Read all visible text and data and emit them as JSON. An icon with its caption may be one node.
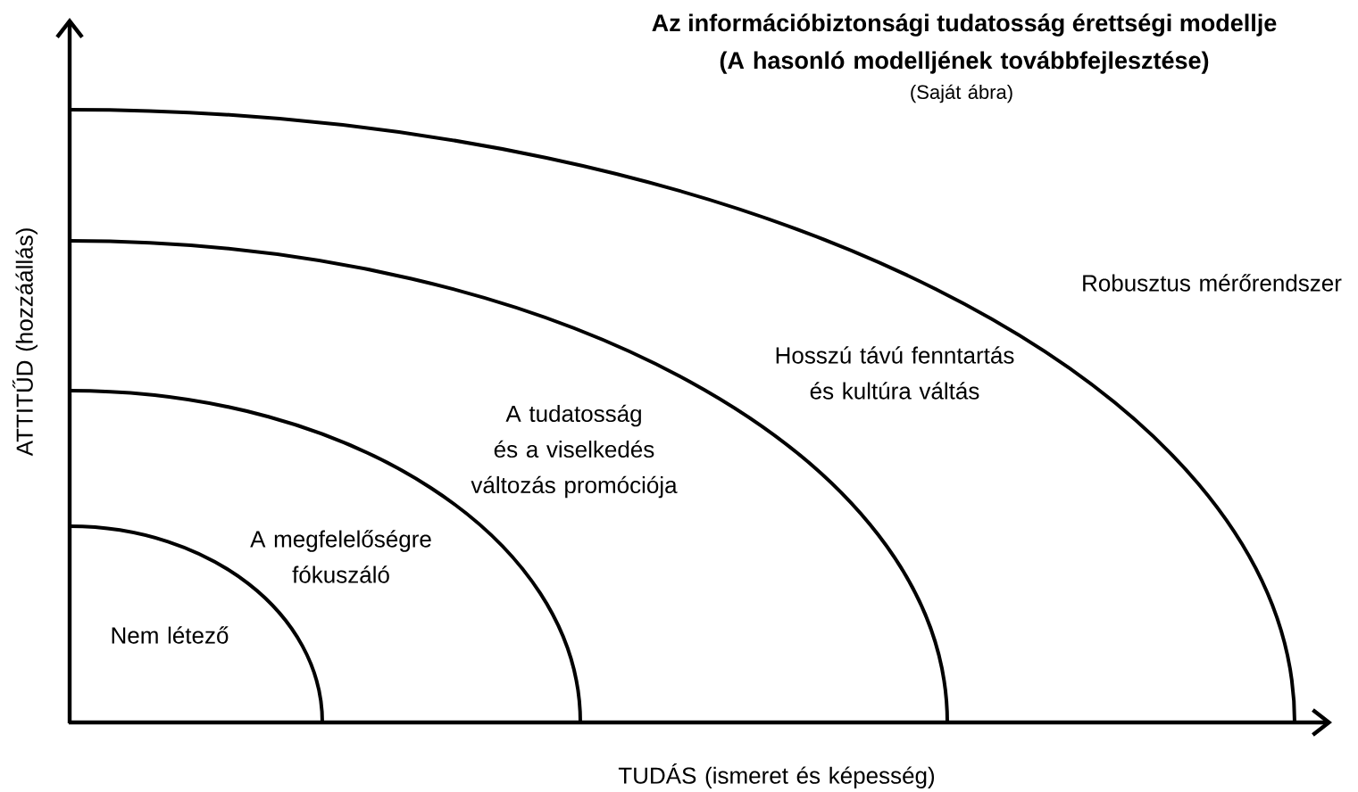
{
  "diagram": {
    "title": "Az információbiztonsági tudatosság érettségi modellje",
    "labels": [
      "(A hasonló modelljének továbbfejlesztése)",
      "(Saját ábra)",
      "Robusztus mérőrendszer",
      "Hosszú távú fenntartás és kultúra váltás",
      "A tudatosság és a viselkedés változás promóciója",
      "A megfelelőségre fókuszáló",
      "Nem létező",
      "ATTITŰD (hozzáállás)",
      "TUDÁS (ismeret és képesség)"
    ]
  }
}
